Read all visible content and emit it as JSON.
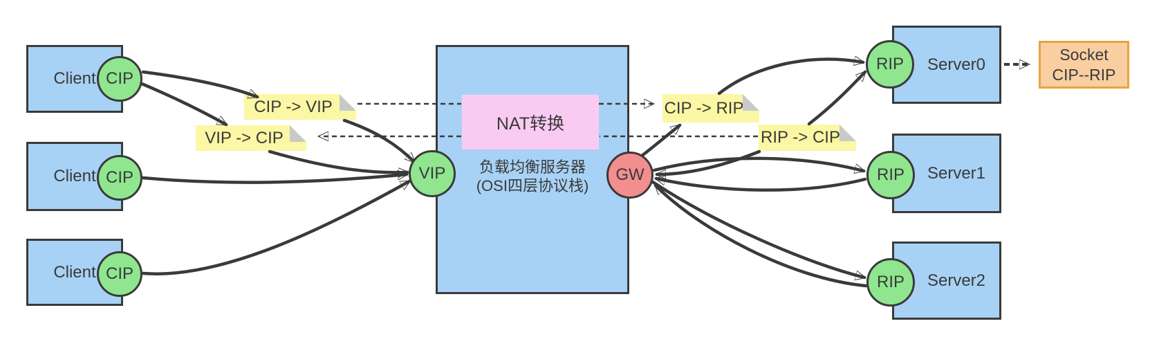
{
  "diagram": {
    "clients": [
      {
        "label": "Client",
        "port": "CIP"
      },
      {
        "label": "Client",
        "port": "CIP"
      },
      {
        "label": "Client",
        "port": "CIP"
      }
    ],
    "load_balancer": {
      "nat_label": "NAT转换",
      "title_line1": "负载均衡服务器",
      "title_line2": "(OSI四层协议栈)",
      "vip_label": "VIP",
      "gw_label": "GW"
    },
    "servers": [
      {
        "label": "Server0",
        "port": "RIP"
      },
      {
        "label": "Server1",
        "port": "RIP"
      },
      {
        "label": "Server2",
        "port": "RIP"
      }
    ],
    "socket": {
      "line1": "Socket",
      "line2": "CIP--RIP"
    },
    "notes": {
      "request_left": "CIP -> VIP",
      "response_left": "VIP -> CIP",
      "request_right": "CIP -> RIP",
      "response_right": "RIP -> CIP"
    },
    "colors": {
      "box_fill": "#a8d2f5",
      "node_green": "#8fe68f",
      "node_red": "#f28e8e",
      "nat_pink": "#f9cbf2",
      "note_yellow": "#fbf7a4",
      "note_fold_gray": "#c9c9c9",
      "socket_fill": "#f9cfa1",
      "socket_border": "#e8a33d",
      "line": "#3a3a3a"
    }
  }
}
